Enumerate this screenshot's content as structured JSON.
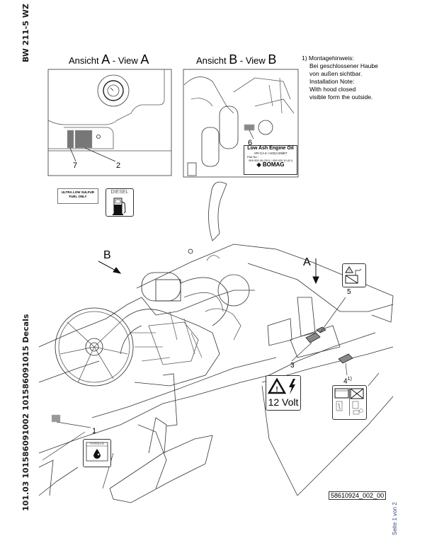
{
  "document": {
    "model": "BW 211-5 WZ",
    "subtitle": "101.03 101586091002 101586091015 Decals",
    "drawing_number": "58610924_002_00",
    "page": "Seite 1 von 2"
  },
  "views": [
    {
      "prefix": "Ansicht",
      "letter_a": "A",
      "middle": " - View ",
      "letter_b": "A"
    },
    {
      "prefix": "Ansicht",
      "letter_a": "B",
      "middle": " - View ",
      "letter_b": "B"
    }
  ],
  "note": {
    "lines": [
      "1)  Montagehinweis:",
      "Bei geschlossener Haube",
      "von außen sichtbar.",
      "Installation Note:",
      "With hood closed",
      "visible form the outside."
    ]
  },
  "callouts": {
    "c1": "1",
    "c2": "2",
    "c3": "3",
    "c4": "4",
    "c4_note": "1)",
    "c5": "5",
    "c6": "6",
    "c7": "7",
    "arrow_a": "A",
    "arrow_b": "B"
  },
  "decals": {
    "fuel": {
      "line1": "ULTRA LOW SULFUR",
      "line2": "FUEL ONLY"
    },
    "diesel": {
      "label": "DIESEL"
    },
    "oil": {
      "title": "Low Ash Engine Oil",
      "spec": "API CJ-4 / ACEA E9/E7",
      "part_label": "Part No.:",
      "part_numbers": "009 920 09 (20 l) / 009 920 10 (5 l)",
      "brand": "BOMAG"
    },
    "voltage": {
      "label": "12 Volt"
    },
    "hydraulic": {
      "label": "HYDRAULIK"
    }
  }
}
